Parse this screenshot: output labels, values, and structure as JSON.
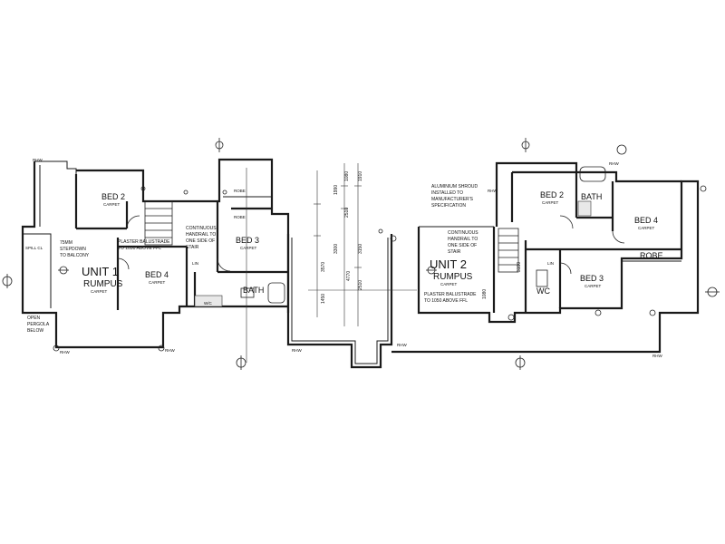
{
  "unit1": {
    "unit_label": "UNIT 1",
    "rumpus": "RUMPUS",
    "rumpus_sub": "CARPET",
    "bed2": "BED 2",
    "bed2_sub": "CARPET",
    "bed3": "BED 3",
    "bed3_sub": "CARPET",
    "bed4": "BED 4",
    "bed4_sub": "CARPET",
    "bath": "BATH",
    "robe_top": "ROBE",
    "robe_side": "ROBE",
    "linen": "LIN",
    "wc": "W/C",
    "spill": "SPILL CL",
    "note_stepdown": [
      "75MM",
      "STEPDOWN",
      "TO BALCONY"
    ],
    "note_balustrade": [
      "PLASTER BALUSTRADE",
      "TO 1050 ABOVE FFL"
    ],
    "note_handrail": [
      "CONTINUOUS",
      "HANDRAIL TO",
      "ONE SIDE OF",
      "STAIR"
    ],
    "note_pergola": [
      "OPEN",
      "PERGOLA",
      "BELOW"
    ]
  },
  "unit2": {
    "unit_label": "UNIT 2",
    "rumpus": "RUMPUS",
    "rumpus_sub": "CARPET",
    "bed2": "BED 2",
    "bed2_sub": "CARPET",
    "bed3": "BED 3",
    "bed3_sub": "CARPET",
    "bed4": "BED 4",
    "bed4_sub": "CARPET",
    "bath": "BATH",
    "robe": "ROBE",
    "wc": "WC",
    "linen": "LIN",
    "note_shroud": [
      "ALUMINIUM SHROUD",
      "INSTALLED TO",
      "MANUFACTURER'S",
      "SPECIFICATION"
    ],
    "note_handrail": [
      "CONTINUOUS",
      "HANDRAIL TO",
      "ONE SIDE OF",
      "STAIR"
    ],
    "note_balustrade": [
      "PLASTER BALUSTRADE",
      "TO 1050 ABOVE FFL"
    ]
  },
  "dimensions": [
    "1080",
    "1910",
    "1990",
    "2510",
    "3300",
    "3570",
    "4770",
    "2510",
    "3150",
    "3150",
    "1450",
    "1080"
  ],
  "downpipes": [
    "RHW",
    "RHW",
    "RHW",
    "RHW",
    "RHW",
    "RHW",
    "RHW",
    "RHW"
  ]
}
